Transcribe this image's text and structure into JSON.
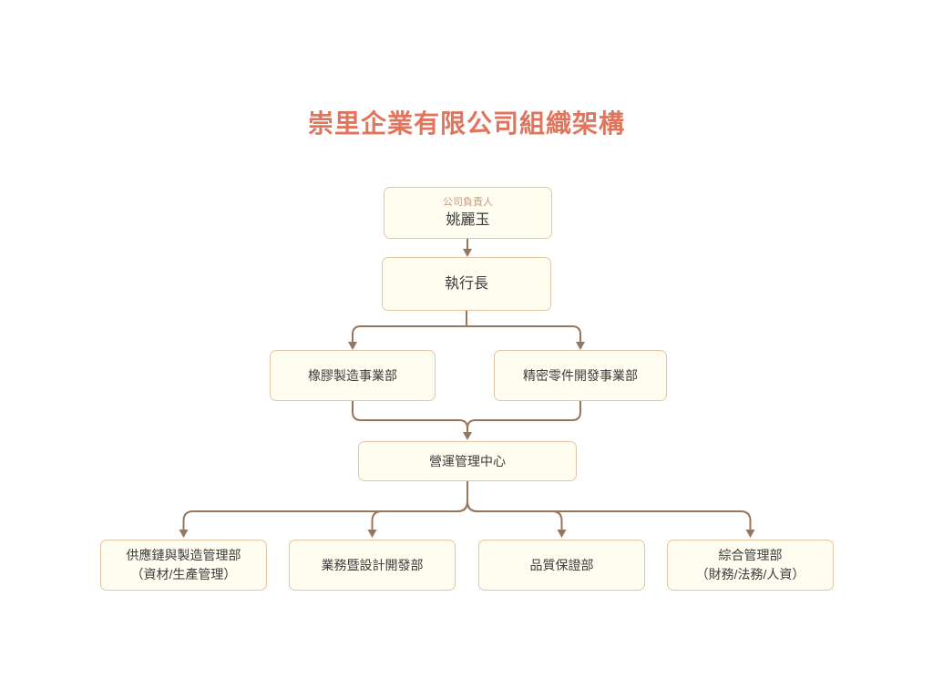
{
  "title": "崇里企業有限公司組織架構",
  "colors": {
    "title_accent": "#E1745C",
    "node_fill": "#FFFCF0",
    "node_border": "#E4C6A6",
    "connector": "#97765E",
    "owner_label_text": "#C39C7E",
    "node_text": "#3C3C3C"
  },
  "org": {
    "owner": {
      "label": "公司負責人",
      "name": "姚麗玉"
    },
    "ceo": {
      "title": "執行長"
    },
    "divisions": [
      {
        "name": "橡膠製造事業部"
      },
      {
        "name": "精密零件開發事業部"
      }
    ],
    "operations_center": {
      "name": "營運管理中心"
    },
    "departments": [
      {
        "name": "供應鏈與製造管理部",
        "subtitle": "（資材/生產管理）"
      },
      {
        "name": "業務暨設計開發部"
      },
      {
        "name": "品質保證部"
      },
      {
        "name": "綜合管理部",
        "subtitle": "（財務/法務/人資）"
      }
    ]
  }
}
